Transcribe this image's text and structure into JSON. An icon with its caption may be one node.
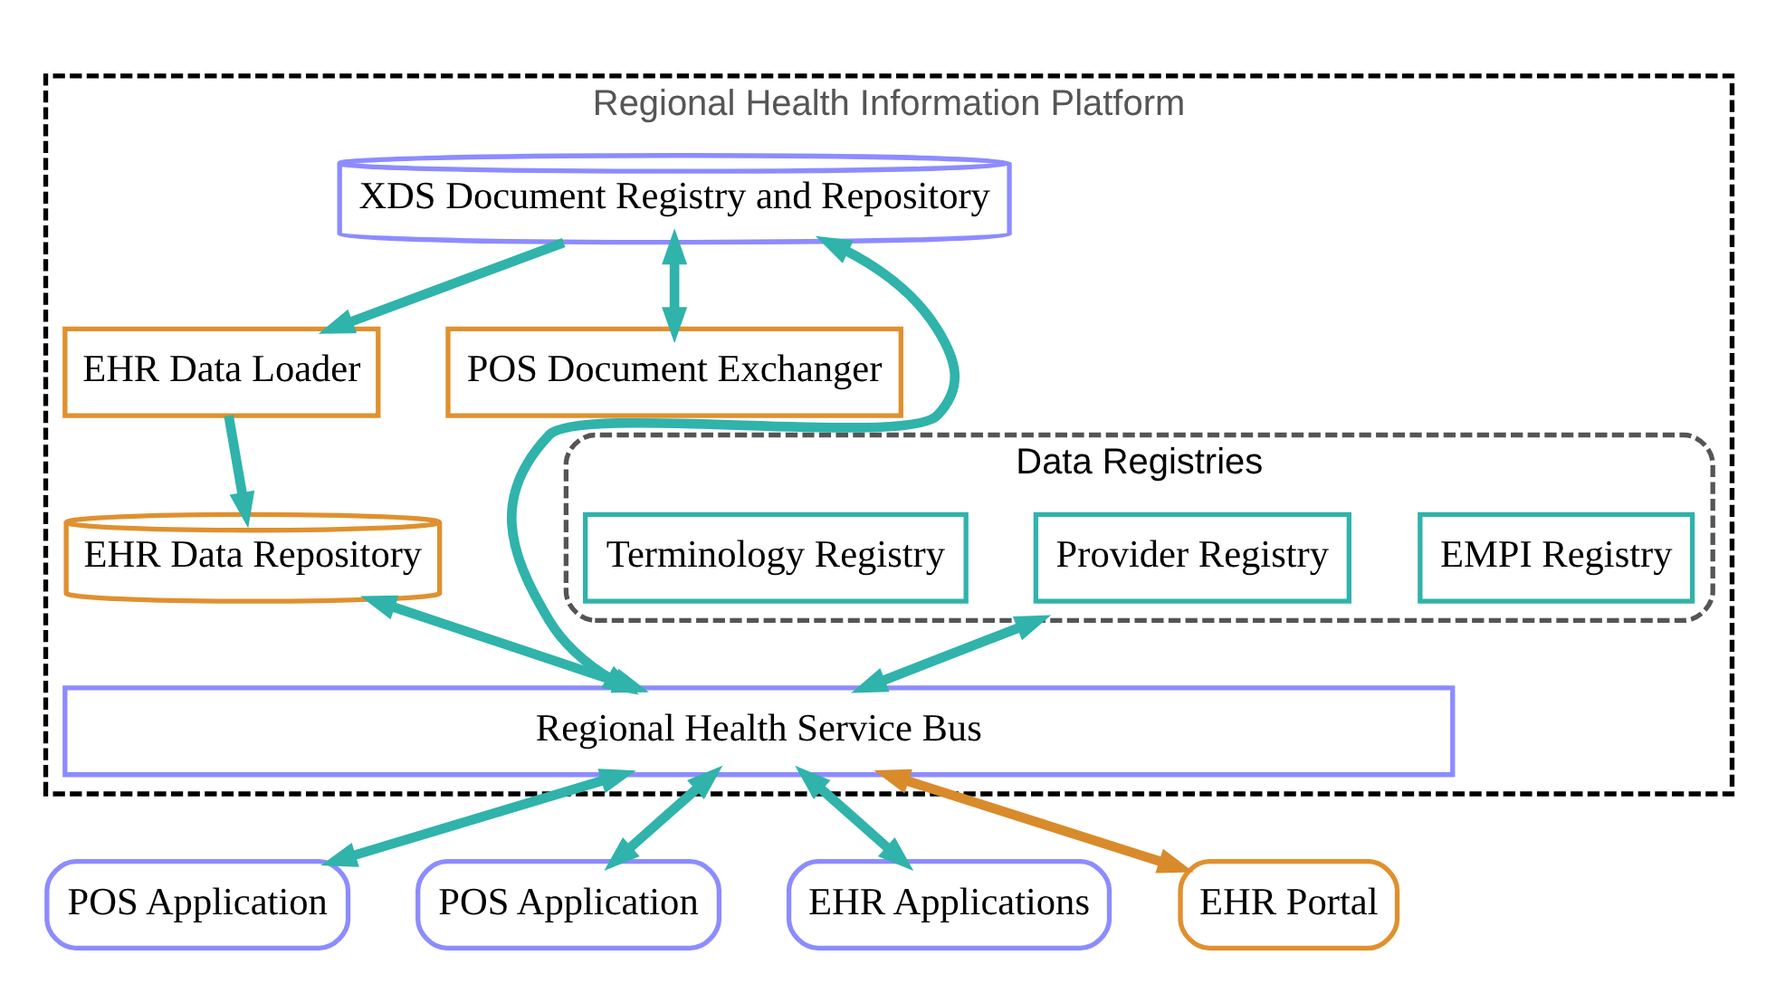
{
  "diagram": {
    "nodes": [
      {
        "text": [
          "Regional Health Information Platform"
        ]
      },
      {
        "text": [
          "Data Registries"
        ],
        "in": 0
      },
      {
        "text": [
          "EMPI Registry"
        ],
        "in": 1
      },
      {
        "text": [
          "Provider Registry"
        ],
        "in": 1
      },
      {
        "text": [
          "Terminology Registry"
        ],
        "in": 1
      },
      {
        "text": [
          "XDS Document Registry and Repository"
        ],
        "in": 0
      },
      {
        "text": [
          "EHR Data Loader"
        ],
        "in": 0
      },
      {
        "text": [
          "EHR Data Repository"
        ],
        "in": 0
      },
      {
        "text": [
          "POS Document Exchanger"
        ],
        "in": 0
      },
      {
        "text": [
          "Regional Health Service Bus"
        ],
        "in": 0
      },
      {
        "text": [
          "POS Application"
        ]
      },
      {
        "text": [
          "POS Application"
        ]
      },
      {
        "text": [
          "EHR Applications"
        ]
      },
      {
        "text": [
          "EHR Portal"
        ]
      }
    ],
    "edges": [
      {
        "from": 5,
        "to": 6,
        "arrow": "to"
      },
      {
        "from": 6,
        "to": 7,
        "arrow": "to"
      },
      {
        "from": 5,
        "to": 8,
        "arrow": "both"
      },
      {
        "from": 5,
        "to": 9,
        "arrow": "both"
      },
      {
        "from": 7,
        "to": 9,
        "arrow": "both"
      },
      {
        "from": 1,
        "to": 9,
        "arrow": "both"
      },
      {
        "from": 9,
        "to": 10,
        "arrow": "both"
      },
      {
        "from": 9,
        "to": 11,
        "arrow": "both"
      },
      {
        "from": 9,
        "to": 12,
        "arrow": "both"
      },
      {
        "from": 9,
        "to": 13,
        "arrow": "both",
        "color": "#d98a2b"
      }
    ]
  }
}
